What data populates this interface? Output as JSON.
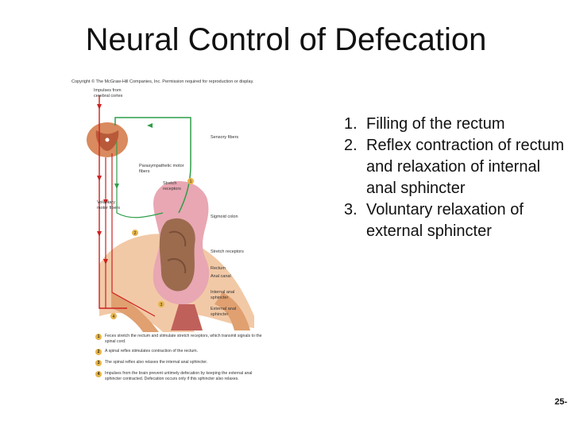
{
  "title": "Neural Control of Defecation",
  "figure": {
    "copyright": "Copyright © The McGraw-Hill Companies, Inc. Permission required for reproduction or display.",
    "labels": {
      "impulses": "Impulses from cerebral cortex",
      "sensory": "Sensory fibers",
      "parasympathetic": "Parasympathetic motor fibers",
      "stretch_receptors_top": "Stretch receptors",
      "voluntary": "Voluntary motor fibers",
      "sigmoid": "Sigmoid colon",
      "stretch_receptors": "Stretch receptors",
      "rectum": "Rectum",
      "anal_canal": "Anal canal",
      "internal_sphincter": "Internal anal sphincter",
      "external_sphincter": "External anal sphincter"
    },
    "markers": [
      "1",
      "2",
      "3",
      "4"
    ],
    "legend": [
      {
        "num": "1",
        "text": "Feces stretch the rectum and stimulate stretch receptors, which transmit signals to the spinal cord."
      },
      {
        "num": "2",
        "text": "A spinal reflex stimulates contraction of the rectum."
      },
      {
        "num": "3",
        "text": "The spinal reflex also relaxes the internal anal sphincter."
      },
      {
        "num": "4",
        "text": "Impulses from the brain prevent untimely defecation by keeping the external anal sphincter contracted. Defecation occurs only if this sphincter also relaxes."
      }
    ]
  },
  "steps": [
    {
      "num": "1.",
      "text": "Filling of the rectum"
    },
    {
      "num": "2.",
      "text": "Reflex contraction of rectum and relaxation of internal anal sphincter"
    },
    {
      "num": "3.",
      "text": "Voluntary relaxation of external sphincter"
    }
  ],
  "page_number": "25-"
}
